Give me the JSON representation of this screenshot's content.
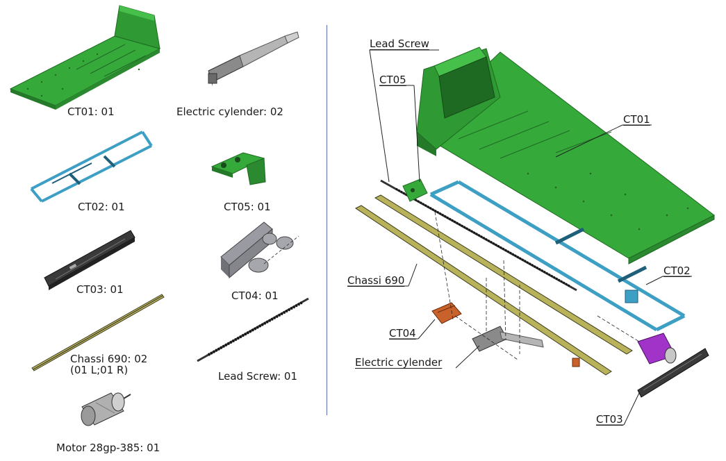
{
  "parts": {
    "ct01": "CT01: 01",
    "cylinder": "Electric cylender: 02",
    "ct02": "CT02: 01",
    "ct05": "CT05: 01",
    "ct03": "CT03: 01",
    "ct04": "CT04: 01",
    "chassi_line1": "Chassi 690: 02",
    "chassi_line2": "(01 L;01 R)",
    "lead_screw": "Lead Screw: 01",
    "motor": "Motor 28gp-385: 01"
  },
  "assembly": {
    "lead_screw": "Lead Screw",
    "ct05": "CT05",
    "ct01": "CT01",
    "chassi": "Chassi 690",
    "ct02": "CT02",
    "ct04": "CT04",
    "cylinder": "Electric cylender",
    "ct03": "CT03"
  },
  "colors": {
    "green": "#35a93a",
    "green_dark": "#1f6a22",
    "blue": "#3e9fc4",
    "blue_dark": "#1e5f7a",
    "olive": "#b8b25a",
    "grey": "#8c8c8c",
    "dark": "#3a3a3a",
    "orange": "#c8612a",
    "purple": "#a233c9",
    "separator": "#5a6fb0"
  }
}
